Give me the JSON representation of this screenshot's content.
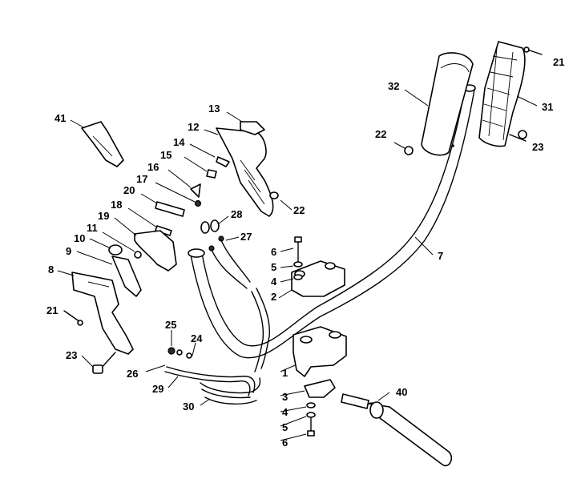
{
  "labels": {
    "p1": "1",
    "p2": "2",
    "p3": "3",
    "p4a": "4",
    "p4b": "4",
    "p5a": "5",
    "p5b": "5",
    "p6a": "6",
    "p6b": "6",
    "p7": "7",
    "p8": "8",
    "p9": "9",
    "p10": "10",
    "p11": "11",
    "p12": "12",
    "p13": "13",
    "p14": "14",
    "p15": "15",
    "p16": "16",
    "p17": "17",
    "p18": "18",
    "p19": "19",
    "p20": "20",
    "p21a": "21",
    "p21b": "21",
    "p22a": "22",
    "p22b": "22",
    "p23a": "23",
    "p23b": "23",
    "p24": "24",
    "p25": "25",
    "p26": "26",
    "p27": "27",
    "p28": "28",
    "p29": "29",
    "p30": "30",
    "p31": "31",
    "p32": "32",
    "p40": "40",
    "p41": "41"
  }
}
